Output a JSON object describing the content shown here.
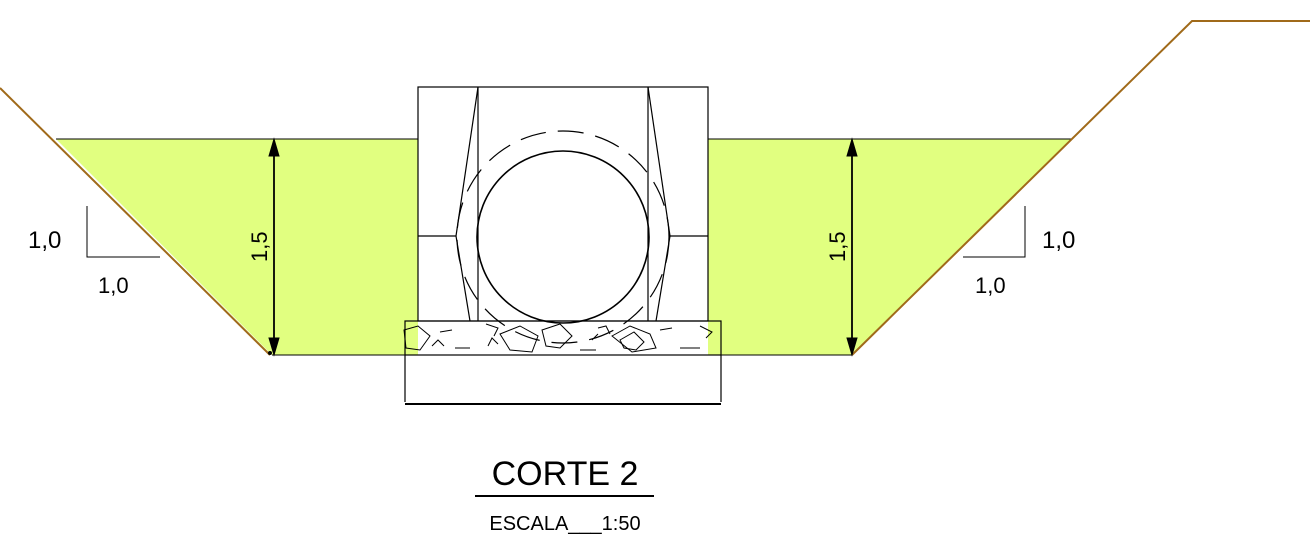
{
  "title": "CORTE 2",
  "scale_label": "ESCALA___1:50",
  "left_slope": {
    "rise": "1,0",
    "run": "1,0"
  },
  "right_slope": {
    "rise": "1,0",
    "run": "1,0"
  },
  "left_depth_label": "1,5",
  "right_depth_label": "1,5",
  "colors": {
    "fill": "#e1ff80",
    "earth_line": "#a06a1a",
    "ink": "#000000"
  }
}
